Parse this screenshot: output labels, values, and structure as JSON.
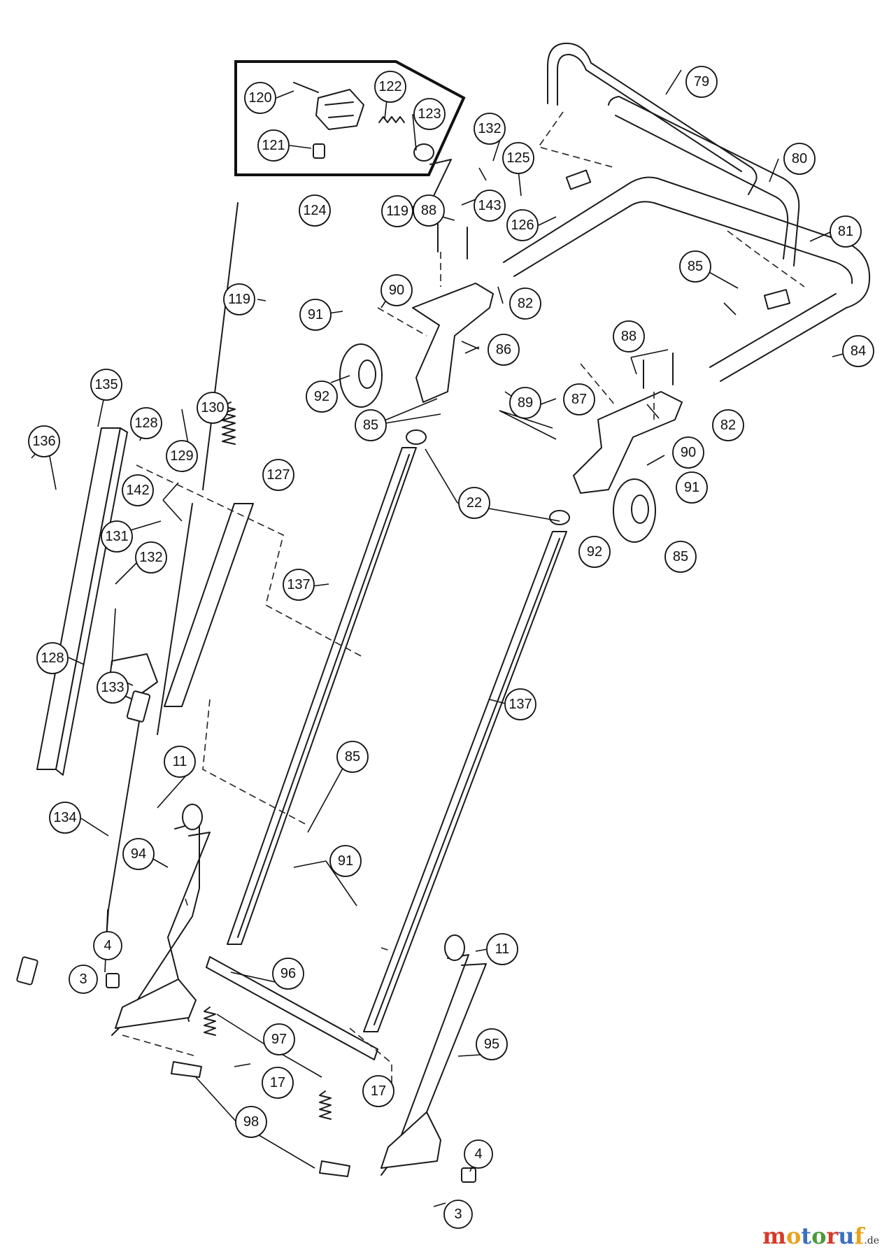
{
  "diagram": {
    "callouts": [
      "79",
      "80",
      "81",
      "82",
      "84",
      "85",
      "86",
      "87",
      "88",
      "89",
      "90",
      "91",
      "92",
      "22",
      "119",
      "120",
      "121",
      "122",
      "123",
      "124",
      "125",
      "126",
      "127",
      "128",
      "129",
      "130",
      "131",
      "132",
      "133",
      "134",
      "135",
      "136",
      "137",
      "142",
      "143",
      "11",
      "94",
      "95",
      "96",
      "97",
      "98",
      "17",
      "4",
      "3"
    ]
  },
  "watermark": {
    "brand_colors": [
      "#d43b2a",
      "#e8a21c",
      "#3a6fc4",
      "#4a9a3a"
    ],
    "letters": [
      "m",
      "o",
      "t",
      "o",
      "r",
      "u",
      "f"
    ],
    "suffix": ".de"
  }
}
